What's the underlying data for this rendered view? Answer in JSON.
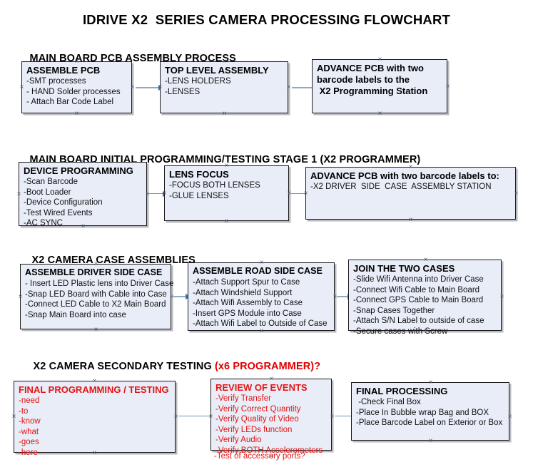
{
  "document": {
    "title": "IDRIVE X2  SERIES CAMERA PROCESSING FLOWCHART"
  },
  "sections": [
    {
      "id": "main-board-pcb-assembly",
      "header": "MAIN BOARD PCB ASSEMBLY PROCESS",
      "header_accent": "",
      "nodes": [
        {
          "id": "assemble-pcb",
          "title": "ASSEMBLE PCB",
          "lines": [
            "-SMT processes",
            "- HAND Solder processes",
            "- Attach Bar Code Label"
          ]
        },
        {
          "id": "top-level-assembly",
          "title": "TOP LEVEL ASSEMBLY",
          "lines": [
            "-LENS HOLDERS",
            "-LENSES"
          ]
        },
        {
          "id": "advance-pcb-x2-programming-station",
          "title": "ADVANCE PCB with two",
          "lines": [
            "barcode labels to the",
            " X2 Programming Station"
          ]
        }
      ]
    },
    {
      "id": "main-board-initial-programming",
      "header": "MAIN BOARD INITIAL PROGRAMMING/TESTING STAGE 1 (X2 PROGRAMMER)",
      "header_accent": "",
      "nodes": [
        {
          "id": "device-programming",
          "title": "DEVICE PROGRAMMING",
          "lines": [
            "-Scan Barcode",
            "-Boot Loader",
            "-Device Configuration",
            "-Test Wired Events",
            "-AC SYNC"
          ]
        },
        {
          "id": "lens-focus",
          "title": "LENS FOCUS",
          "lines": [
            "-FOCUS BOTH LENSES",
            "-GLUE LENSES"
          ]
        },
        {
          "id": "advance-pcb-driver-side-case",
          "title": "ADVANCE PCB with two barcode labels to:",
          "lines": [
            "-X2 DRIVER  SIDE  CASE  ASSEMBLY STATION"
          ]
        }
      ]
    },
    {
      "id": "x2-camera-case-assemblies",
      "header": "X2 CAMERA CASE ASSEMBLIES",
      "header_accent": "",
      "nodes": [
        {
          "id": "assemble-driver-side-case",
          "title": "ASSEMBLE DRIVER SIDE CASE",
          "lines": [
            "- Insert LED Plastic lens into Driver Case",
            "-Snap LED Board with Cable into Case",
            "-Connect LED Cable to X2 Main Board",
            "-Snap Main Board into case"
          ]
        },
        {
          "id": "assemble-road-side-case",
          "title": "ASSEMBLE ROAD SIDE CASE",
          "lines": [
            "-Attach Support Spur to Case",
            "-Attach Windshield Support",
            "-Attach Wifi Assembly to Case",
            "-Insert GPS Module into Case",
            "-Attach Wifi Label to Outside of Case"
          ]
        },
        {
          "id": "join-the-two-cases",
          "title": "JOIN THE TWO CASES",
          "lines": [
            "-Slide Wifi Antenna into Driver Case",
            "-Connect Wifi Cable to Main Board",
            "-Connect GPS Cable to Main Board",
            "-Snap Cases Together",
            "-Attach S/N Label to outside of case",
            "-Secure cases with Screw"
          ]
        }
      ]
    },
    {
      "id": "x2-camera-secondary-testing",
      "header": "X2 CAMERA SECONDARY TESTING ",
      "header_accent": "(x6 PROGRAMMER)?",
      "nodes": [
        {
          "id": "final-programming-testing",
          "title": "FINAL PROGRAMMING / TESTING",
          "lines": [
            "-need",
            "-to",
            "-know",
            "-what",
            "-goes",
            "-here"
          ]
        },
        {
          "id": "review-of-events",
          "title": "REVIEW OF EVENTS",
          "lines": [
            "-Verify Transfer",
            "-Verify Correct Quantity",
            "-Verify Quality of Video",
            "-Verify LEDs function",
            "-Verify Audio",
            "-Verify BOTH Accelerometers"
          ],
          "overflow_line": "-Test of accessory ports?"
        },
        {
          "id": "final-processing",
          "title": "FINAL PROCESSING",
          "lines": [
            " -Check Final Box",
            "-Place In Bubble wrap Bag and BOX",
            "-Place Barcode Label on Exterior or Box"
          ]
        }
      ]
    }
  ],
  "colors": {
    "node_fill": "#e8edf7",
    "node_border": "#1a1a1a",
    "arrow": "#8ea9c4",
    "arrow_head": "#4472a8",
    "accent_red": "#e51414",
    "text": "#000000"
  }
}
